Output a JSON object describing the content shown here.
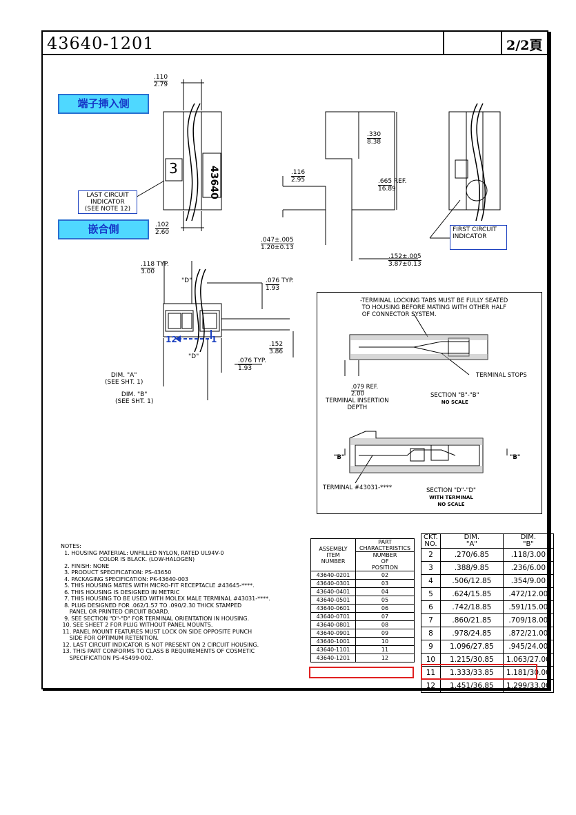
{
  "title": "43640-1201",
  "page": "2/2頁",
  "labels": {
    "insert_side": "端子挿入側",
    "mating_side": "嵌合側",
    "last_circuit": "LAST CIRCUIT\nINDICATOR\n(SEE NOTE 12)",
    "first_circuit": "FIRST CIRCUIT\nINDICATOR",
    "marking_num": "3",
    "marking_part": "43640",
    "pos_12": "12",
    "pos_1": "1"
  },
  "dims": {
    "d110": ".110",
    "d279": "2.79",
    "d102": ".102",
    "d260": "2.60",
    "d330": ".330",
    "d838": "8.38",
    "d116": ".116",
    "d295": "2.95",
    "d665": ".665",
    "d1689": "16.89",
    "ref": "REF.",
    "d047": ".047±.005",
    "d120": "1.20±0.13",
    "d152a": ".152±.005",
    "d387": "3.87±0.13",
    "d118": ".118",
    "d300": "3.00",
    "typ": "TYP.",
    "sec_d": "\"D\"",
    "d076a": ".076",
    "d193a": "1.93",
    "d152": ".152",
    "d386": "3.86",
    "d076b": ".076",
    "d193b": "1.93",
    "dim_a": "DIM. \"A\"\n(SEE SHT. 1)",
    "dim_b": "DIM. \"B\"\n(SEE SHT. 1)"
  },
  "sections": {
    "locking_note": "-TERMINAL LOCKING TABS MUST BE FULLY SEATED\n TO HOUSING BEFORE MATING WITH OTHER HALF\n OF CONNECTOR SYSTEM.",
    "terminal_stops": "TERMINAL STOPS",
    "d079": ".079",
    "d200": "2.00",
    "ref": "REF.",
    "insertion_depth": "TERMINAL INSERTION\nDEPTH",
    "section_bb": "SECTION \"B\"-\"B\"",
    "no_scale_1": "NO SCALE",
    "b_mark": "\"B\"",
    "terminal_num": "TERMINAL #43031-****",
    "section_dd": "SECTION \"D\"-\"D\"",
    "with_terminal": "WITH TERMINAL",
    "no_scale_2": "NO SCALE"
  },
  "notes": {
    "heading": "NOTES:",
    "items": [
      "  1. HOUSING MATERIAL: UNFILLED NYLON, RATED UL94V-0",
      "                      COLOR IS BLACK. (LOW-HALOGEN)",
      "  2. FINISH: NONE",
      "  3. PRODUCT SPECIFICATION: PS-43650",
      "  4. PACKAGING SPECIFICATION: PK-43640-003",
      "  5. THIS HOUSING MATES WITH MICRO-FIT RECEPTACLE #43645-****.",
      "  6. THIS HOUSING IS DESIGNED IN METRIC",
      "  7. THIS HOUSING TO BE USED WITH MOLEX MALE TERMINAL #43031-****.",
      "  8. PLUG DESIGNED FOR .062/1.57 TO .090/2.30 THICK STAMPED",
      "     PANEL OR PRINTED CIRCUIT BOARD.",
      "  9. SEE SECTION \"D\"-\"D\" FOR TERMINAL ORIENTATION IN HOUSING.",
      " 10. SEE SHEET 2 FOR PLUG WITHOUT PANEL MOUNTS.",
      " 11. PANEL MOUNT FEATURES MUST LOCK ON SIDE OPPOSITE PUNCH",
      "     SIDE FOR OPTIMUM RETENTION.",
      " 12. LAST CIRCUIT INDICATOR IS NOT PRESENT ON 2 CIRCUIT HOUSING.",
      " 13. THIS PART CONFORMS TO CLASS B REQUIREMENTS OF COSMETIC",
      "     SPECIFICATION PS-45499-002."
    ]
  },
  "parts_table": {
    "h_part": "PART\nCHARACTERISTICS",
    "h_assembly": "ASSEMBLY\nITEM\nNUMBER",
    "h_number": "NUMBER\nOF\nPOSITION",
    "rows": [
      [
        "43640-0201",
        "02"
      ],
      [
        "43640-0301",
        "03"
      ],
      [
        "43640-0401",
        "04"
      ],
      [
        "43640-0501",
        "05"
      ],
      [
        "43640-0601",
        "06"
      ],
      [
        "43640-0701",
        "07"
      ],
      [
        "43640-0801",
        "08"
      ],
      [
        "43640-0901",
        "09"
      ],
      [
        "43640-1001",
        "10"
      ],
      [
        "43640-1101",
        "11"
      ],
      [
        "43640-1201",
        "12"
      ]
    ]
  },
  "ckt_table": {
    "h_ckt": "CKT.\nNO.",
    "h_a": "DIM.\n\"A\"",
    "h_b": "DIM.\n\"B\"",
    "rows": [
      [
        "2",
        ".270/6.85",
        ".118/3.00"
      ],
      [
        "3",
        ".388/9.85",
        ".236/6.00"
      ],
      [
        "4",
        ".506/12.85",
        ".354/9.00"
      ],
      [
        "5",
        ".624/15.85",
        ".472/12.00"
      ],
      [
        "6",
        ".742/18.85",
        ".591/15.00"
      ],
      [
        "7",
        ".860/21.85",
        ".709/18.00"
      ],
      [
        "8",
        ".978/24.85",
        ".872/21.00"
      ],
      [
        "9",
        "1.096/27.85",
        ".945/24.00"
      ],
      [
        "10",
        "1.215/30.85",
        "1.063/27.00"
      ],
      [
        "11",
        "1.333/33.85",
        "1.181/30.00"
      ],
      [
        "12",
        "1.451/36.85",
        "1.299/33.00"
      ]
    ]
  }
}
